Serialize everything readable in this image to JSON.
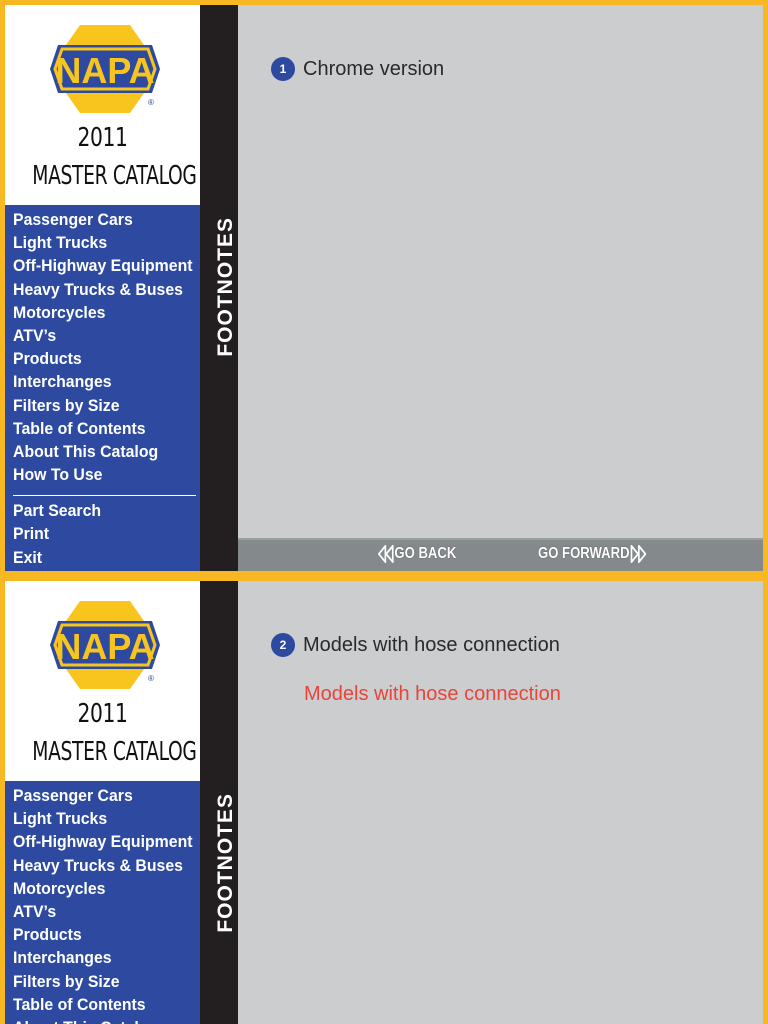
{
  "logo": {
    "text": "NAPA",
    "registered": "®"
  },
  "catalog": {
    "year": "2011",
    "title": "MASTER CATALOG"
  },
  "nav_primary": [
    "Passenger Cars",
    "Light Trucks",
    "Off-Highway Equipment",
    "Heavy Trucks & Buses",
    "Motorcycles",
    "ATV’s",
    "Products",
    "Interchanges",
    "Filters by Size",
    "Table of Contents",
    "About This Catalog",
    "How To Use"
  ],
  "nav_secondary": [
    "Part Search",
    "Print",
    "Exit"
  ],
  "section_label": "FOOTNOTES",
  "panel1": {
    "badge": "1",
    "note": "Chrome version"
  },
  "panel2": {
    "badge": "2",
    "note": "Models with hose connection",
    "note_red": "Models with hose connection"
  },
  "footer": {
    "back_label": "GO BACK",
    "forward_label": "GO FORWARD"
  },
  "colors": {
    "frame": "#f7b823",
    "sidebar": "#2d4aa0",
    "strip": "#231f20",
    "content": "#cccdcf",
    "footer": "#84898c",
    "red": "#e8443a",
    "logo_blue": "#2d4aa0",
    "logo_yellow": "#f7c51e"
  }
}
